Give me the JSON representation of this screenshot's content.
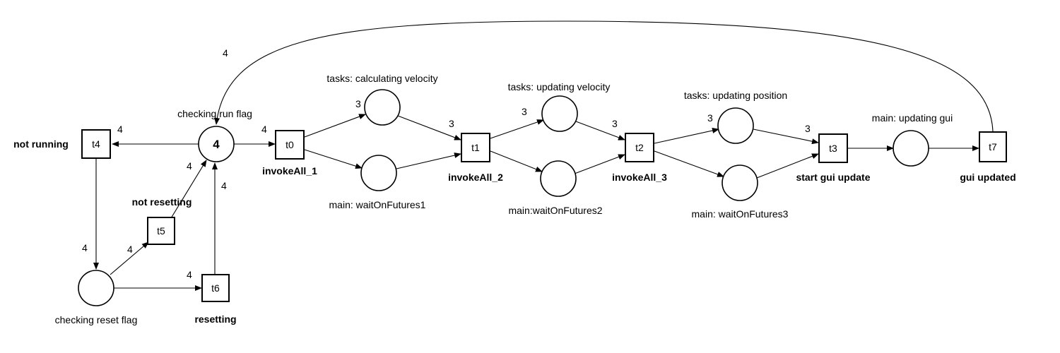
{
  "places": {
    "run_flag": {
      "label": "checking run flag",
      "tokens": "4"
    },
    "reset_flag": {
      "label": "checking reset flag"
    },
    "calc_velocity": {
      "label": "tasks: calculating velocity"
    },
    "wait_futures1": {
      "label": "main: waitOnFutures1"
    },
    "update_velocity": {
      "label": "tasks: updating velocity"
    },
    "wait_futures2": {
      "label": "main:waitOnFutures2"
    },
    "update_position": {
      "label": "tasks: updating position"
    },
    "wait_futures3": {
      "label": "main: waitOnFutures3"
    },
    "update_gui": {
      "label": "main: updating gui"
    }
  },
  "transitions": {
    "t0": {
      "id": "t0",
      "label": "invokeAll_1"
    },
    "t1": {
      "id": "t1",
      "label": "invokeAll_2"
    },
    "t2": {
      "id": "t2",
      "label": "invokeAll_3"
    },
    "t3": {
      "id": "t3",
      "label": "start gui update"
    },
    "t4": {
      "id": "t4",
      "label": "not running"
    },
    "t5": {
      "id": "t5",
      "label": "not resetting"
    },
    "t6": {
      "id": "t6",
      "label": "resetting"
    },
    "t7": {
      "id": "t7",
      "label": "gui updated"
    }
  },
  "weights": {
    "t7_run": "4",
    "run_t4": "4",
    "run_t0": "4",
    "t5_run": "4",
    "t6_run": "4",
    "t4_reset": "4",
    "reset_t5": "4",
    "reset_t6": "4",
    "t0_calc": "3",
    "calc_t1": "3",
    "t1_updvel": "3",
    "updvel_t2": "3",
    "t2_updpos": "3",
    "updpos_t3": "3"
  }
}
